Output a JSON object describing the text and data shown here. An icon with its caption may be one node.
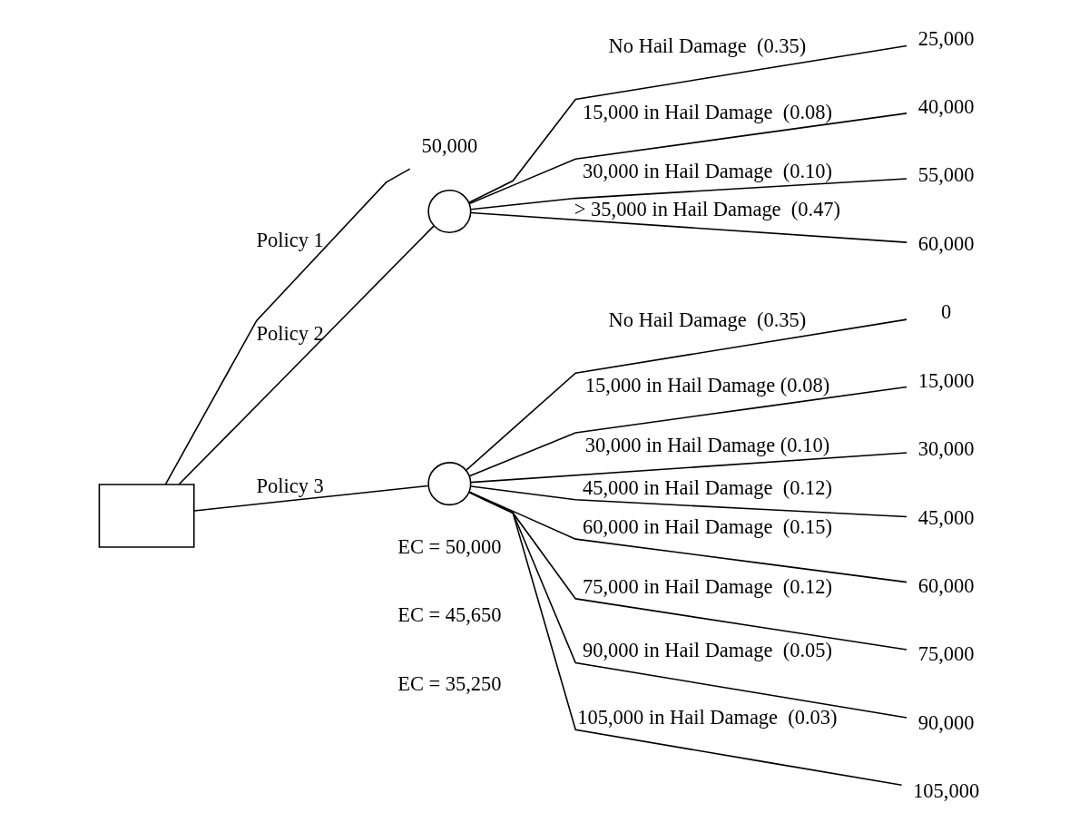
{
  "diagram": {
    "nodes": [
      {
        "text": [],
        "shape": "box"
      },
      {
        "text": [
          "50,000"
        ]
      },
      {
        "text": [],
        "shape": "circle"
      },
      {
        "text": [
          "25,000"
        ]
      },
      {
        "text": [
          "40,000"
        ]
      },
      {
        "text": [
          "55,000"
        ]
      },
      {
        "text": [
          "60,000"
        ]
      },
      {
        "text": [],
        "shape": "circle"
      },
      {
        "text": [
          "0"
        ]
      },
      {
        "text": [
          "15,000"
        ]
      },
      {
        "text": [
          "30,000"
        ]
      },
      {
        "text": [
          "45,000"
        ]
      },
      {
        "text": [
          "60,000"
        ]
      },
      {
        "text": [
          "75,000"
        ]
      },
      {
        "text": [
          "90,000"
        ]
      },
      {
        "text": [
          "105,000"
        ]
      }
    ],
    "edges": [
      {
        "from": 0,
        "to": 1,
        "arrow": "none",
        "label": "Policy 1"
      },
      {
        "from": 0,
        "to": 2,
        "arrow": "none",
        "label": "Policy 2"
      },
      {
        "from": 2,
        "to": 3,
        "arrow": "none",
        "label": "No Hail Damage  (0.35)"
      },
      {
        "from": 2,
        "to": 4,
        "arrow": "none",
        "label": "15,000 in Hail Damage  (0.08)"
      },
      {
        "from": 2,
        "to": 5,
        "arrow": "none",
        "label": "30,000 in Hail Damage  (0.10)"
      },
      {
        "from": 2,
        "to": 6,
        "arrow": "none",
        "label": "> 35,000 in Hail Damage  (0.47)"
      },
      {
        "from": 0,
        "to": 7,
        "arrow": "none",
        "label": "Policy 3"
      },
      {
        "from": 7,
        "to": 8,
        "arrow": "none",
        "label": "No Hail Damage  (0.35)"
      },
      {
        "from": 7,
        "to": 9,
        "arrow": "none",
        "label": "15,000 in Hail Damage (0.08)"
      },
      {
        "from": 7,
        "to": 10,
        "arrow": "none",
        "label": "30,000 in Hail Damage (0.10)"
      },
      {
        "from": 7,
        "to": 11,
        "arrow": "none",
        "label": "45,000 in Hail Damage  (0.12)"
      },
      {
        "from": 7,
        "to": 12,
        "arrow": "none",
        "label": "60,000 in Hail Damage  (0.15)"
      },
      {
        "from": 7,
        "to": 13,
        "arrow": "none",
        "label": "75,000 in Hail Damage  (0.12)"
      },
      {
        "from": 7,
        "to": 14,
        "arrow": "none",
        "label": "90,000 in Hail Damage  (0.05)"
      },
      {
        "from": 7,
        "to": 15,
        "arrow": "none",
        "label": "105,000 in Hail Damage  (0.03)"
      }
    ],
    "labels": [
      "EC = 50,000",
      "EC = 45,650",
      "EC = 35,250"
    ]
  }
}
